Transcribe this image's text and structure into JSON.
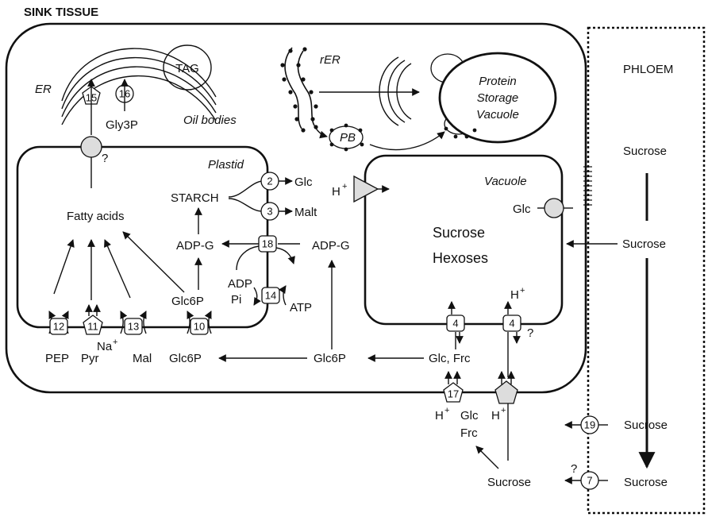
{
  "title": "SINK TISSUE",
  "compartments": {
    "phloem": "PHLOEM",
    "plastid": "Plastid",
    "vacuole": "Vacuole",
    "er": "ER",
    "rer": "rER",
    "oil_bodies": "Oil bodies",
    "tag": "TAG",
    "pb": "PB",
    "psv": [
      "Protein",
      "Storage",
      "Vacuole"
    ]
  },
  "metabolites": {
    "fatty_acids": "Fatty acids",
    "starch": "STARCH",
    "glc": "Glc",
    "malt": "Malt",
    "adpg": "ADP-G",
    "glc6p": "Glc6P",
    "adp": "ADP",
    "pi": "Pi",
    "atp": "ATP",
    "pep": "PEP",
    "pyr": "Pyr",
    "mal": "Mal",
    "na": "Na",
    "na_sup": "+",
    "gly3p": "Gly3P",
    "h": "H",
    "h_sup": "+",
    "glc_frc": "Glc, Frc",
    "frc": "Frc",
    "sucrose": "Sucrose",
    "vac_sucrose": "Sucrose",
    "vac_hexoses": "Hexoses",
    "question": "?"
  },
  "transporters": {
    "t2": "2",
    "t3": "3",
    "t4": "4",
    "t7": "7",
    "t10": "10",
    "t11": "11",
    "t12": "12",
    "t13": "13",
    "t14": "14",
    "t15": "15",
    "t16": "16",
    "t17": "17",
    "t18": "18",
    "t19": "19"
  }
}
